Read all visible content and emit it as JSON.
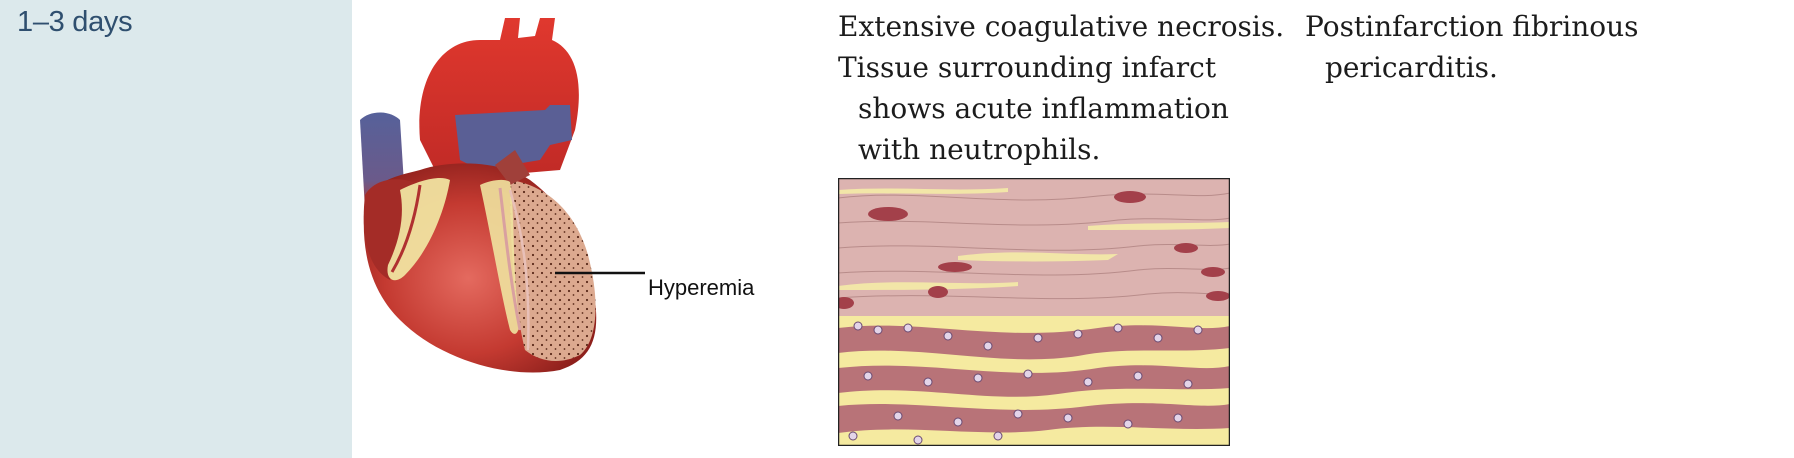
{
  "row": {
    "time": "1–3 days"
  },
  "gross": {
    "label": "Hyperemia"
  },
  "microscopic": {
    "lines": [
      "Extensive coagulative necrosis.",
      "Tissue surrounding infarct",
      "shows acute inflammation",
      "with neutrophils."
    ]
  },
  "complications": {
    "lines": [
      "Postinfarction fibrinous",
      "pericarditis."
    ]
  },
  "colors": {
    "sidebar": "#dce9ec",
    "label": "#2f4f6f",
    "heart_red": "#c0322b",
    "vein_blue": "#55628f",
    "fat_yellow": "#f0e3a0",
    "tissue_pink": "#dcb3b0"
  }
}
